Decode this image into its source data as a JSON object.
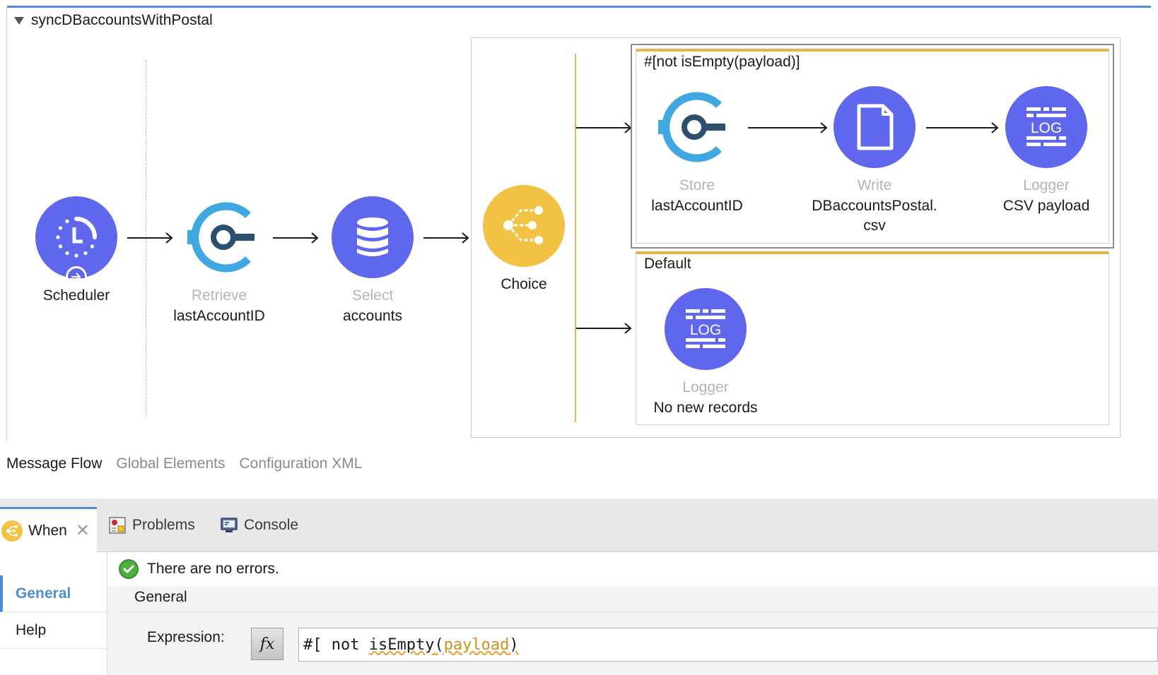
{
  "flow": {
    "title": "syncDBaccountsWithPostal",
    "nodes": {
      "scheduler": {
        "name": "Scheduler"
      },
      "retrieve": {
        "type": "Retrieve",
        "name": "lastAccountID"
      },
      "select": {
        "type": "Select",
        "name": "accounts"
      },
      "choice": {
        "name": "Choice"
      },
      "store": {
        "type": "Store",
        "name": "lastAccountID"
      },
      "write": {
        "type": "Write",
        "name_line1": "DBaccountsPostal.",
        "name_line2": "csv"
      },
      "logger_csv": {
        "type": "Logger",
        "name": "CSV payload"
      },
      "logger_default": {
        "type": "Logger",
        "name": "No new records"
      }
    },
    "when_condition": "#[not isEmpty(payload)]",
    "default_label": "Default",
    "log_icon_text": "LOG",
    "icons": {
      "scheduler": "clock-icon",
      "connector": "objectstore-icon",
      "database": "database-icon",
      "choice": "choice-router-icon",
      "file": "file-icon",
      "logger": "logger-icon"
    }
  },
  "editor_tabs": [
    "Message Flow",
    "Global Elements",
    "Configuration XML"
  ],
  "bottom_panel": {
    "tabs": [
      {
        "label": "When",
        "icon": "choice-router-icon"
      },
      {
        "label": "Problems",
        "icon": "problems-icon"
      },
      {
        "label": "Console",
        "icon": "console-icon"
      }
    ],
    "status": "There are no errors.",
    "side_nav": [
      "General",
      "Help"
    ],
    "section_title": "General",
    "expression_label": "Expression:",
    "fx_label": "fx",
    "expression": {
      "prefix": "#[ not ",
      "func": "isEmpty",
      "open_paren": "(",
      "arg": "payload",
      "close_paren": ")"
    }
  },
  "colors": {
    "accent_blue": "#4b8ed3",
    "node_purple": "#5f67ec",
    "choice_gold": "#f1c243",
    "connector_blue": "#3fa8e0",
    "connector_dark": "#2d4f6e",
    "when_line": "#e8b64a",
    "ok_green": "#4cae3f"
  }
}
